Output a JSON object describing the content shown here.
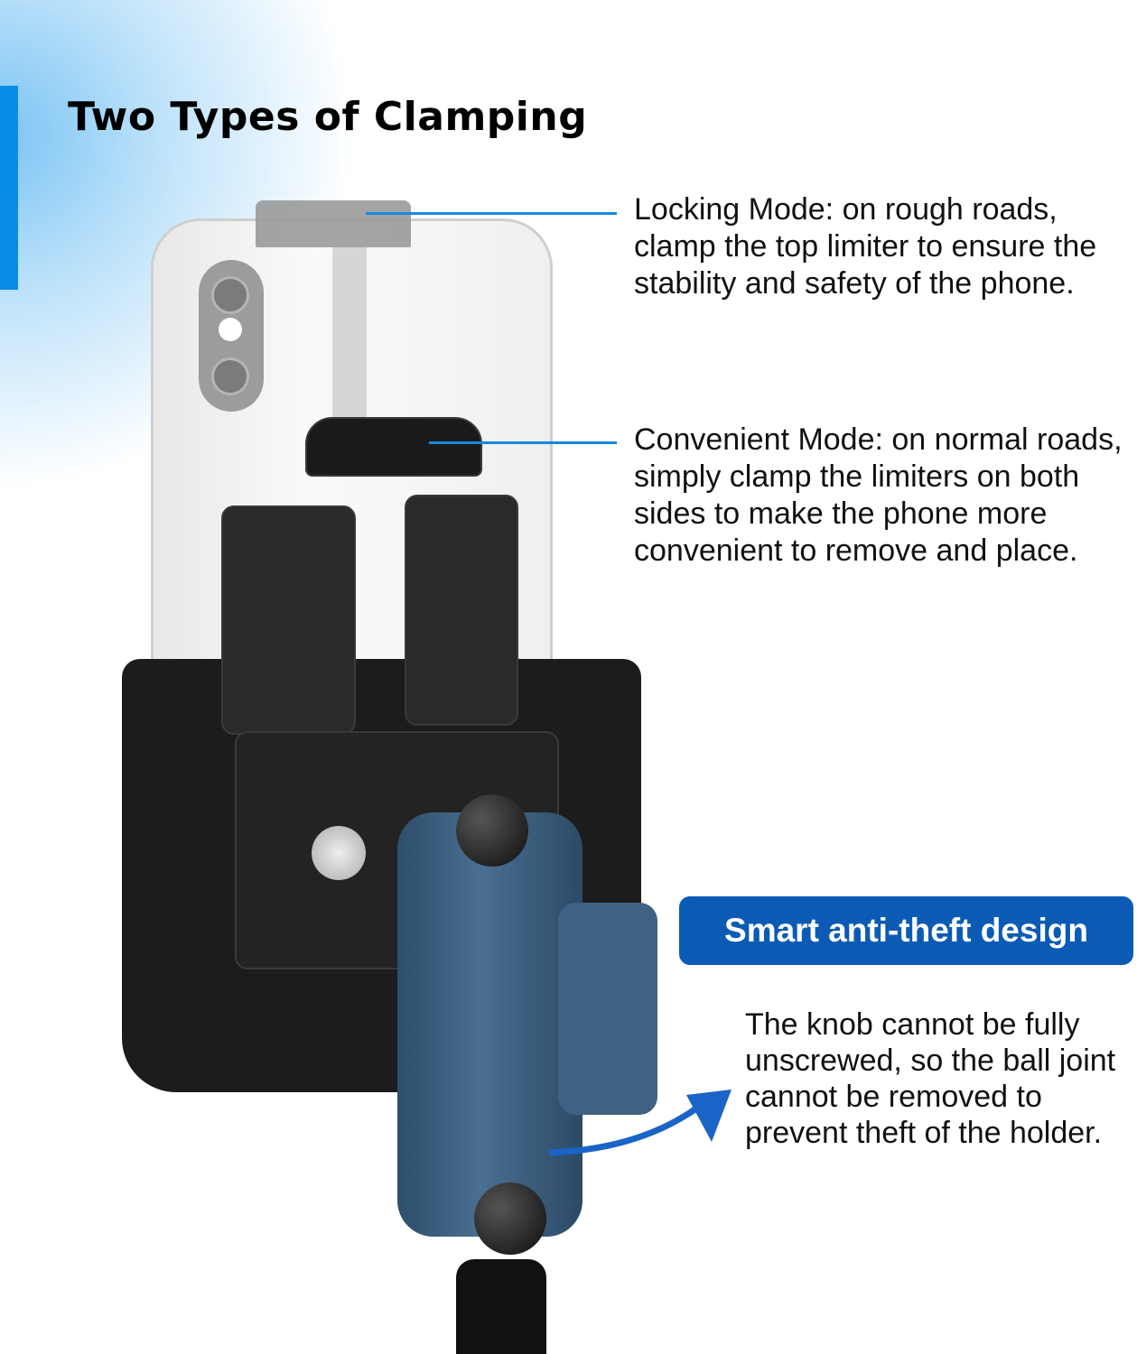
{
  "title": "Two Types of Clamping",
  "callouts": {
    "locking": "Locking Mode: on rough roads, clamp the top limiter to ensure the stability and safety of the phone.",
    "convenient": "Convenient Mode: on normal roads, simply clamp the limiters on both sides to make the phone more convenient to remove and place."
  },
  "badge": "Smart anti-theft design",
  "antitheft_text": "The knob cannot be fully unscrewed, so the ball joint cannot be removed to prevent theft of the holder.",
  "colors": {
    "accent": "#0a8de6",
    "badge": "#0b5bb5",
    "arm": "#3f6282"
  }
}
